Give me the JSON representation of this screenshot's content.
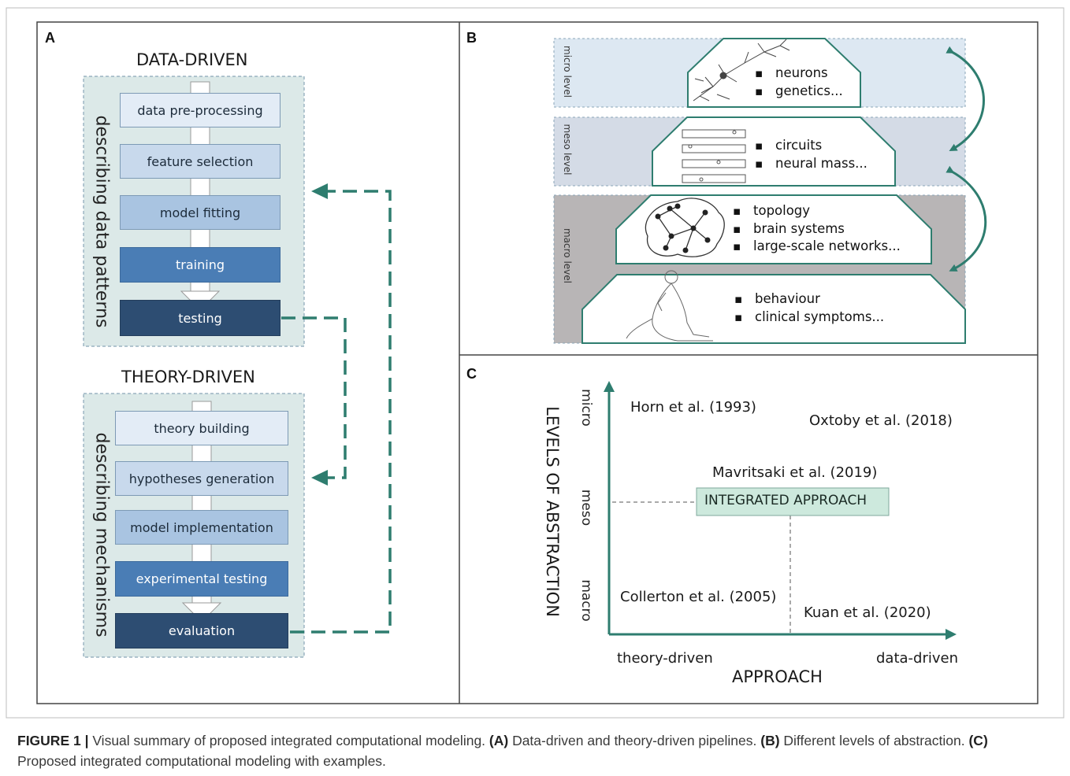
{
  "panels": {
    "a": {
      "letter": "A",
      "data_driven": {
        "title": "DATA-DRIVEN",
        "side_label": "describing data patterns",
        "steps": [
          "data pre-processing",
          "feature selection",
          "model fitting",
          "training",
          "testing"
        ]
      },
      "theory_driven": {
        "title": "THEORY-DRIVEN",
        "side_label": "describing mechanisms",
        "steps": [
          "theory building",
          "hypotheses generation",
          "model implementation",
          "experimental testing",
          "evaluation"
        ]
      }
    },
    "b": {
      "letter": "B",
      "levels": {
        "micro": "micro level",
        "meso": "meso level",
        "macro": "macro level"
      },
      "micro_items": [
        "neurons",
        "genetics..."
      ],
      "meso_items": [
        "circuits",
        "neural mass..."
      ],
      "macro_upper_items": [
        "topology",
        "brain systems",
        "large-scale networks..."
      ],
      "macro_lower_items": [
        "behaviour",
        "clinical symptoms..."
      ]
    },
    "c": {
      "letter": "C",
      "y_axis_title": "LEVELS OF ABSTRACTION",
      "y_ticks": [
        "micro",
        "meso",
        "macro"
      ],
      "x_axis_title": "APPROACH",
      "x_ticks": [
        "theory-driven",
        "data-driven"
      ],
      "integrated_label": "INTEGRATED APPROACH",
      "references": [
        "Horn et al. (1993)",
        "Oxtoby et al. (2018)",
        "Mavritsaki et al. (2019)",
        "Collerton et al. (2005)",
        "Kuan et al. (2020)"
      ]
    }
  },
  "caption": {
    "figure_label": "FIGURE 1 |",
    "intro": " Visual summary of proposed integrated computational modeling. ",
    "a_label": "(A)",
    "a_text": " Data-driven and theory-driven pipelines. ",
    "b_label": "(B)",
    "b_text": " Different levels of abstraction. ",
    "c_label": "(C)",
    "c_text": " Proposed integrated computational modeling with examples."
  },
  "colors": {
    "panel_bg": "#dce9e8",
    "teal_arrow": "#2e7d6f",
    "micro_band": "#dde8f2",
    "meso_band": "#d4dbe6",
    "macro_band": "#b8b5b6",
    "integrated_box": "#cde9dd"
  }
}
